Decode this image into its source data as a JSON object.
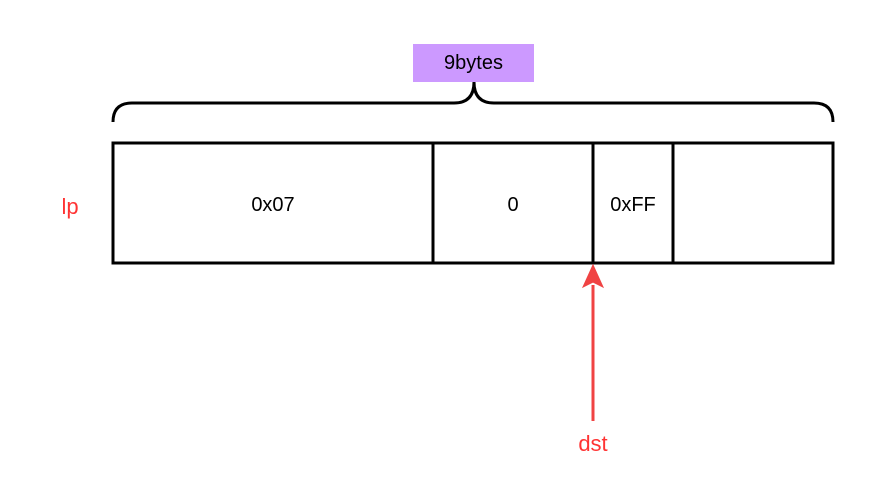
{
  "size_label": "9bytes",
  "row_label": "lp",
  "cells": [
    {
      "text": "0x07"
    },
    {
      "text": "0"
    },
    {
      "text": "0xFF"
    },
    {
      "text": ""
    }
  ],
  "pointer": {
    "label": "dst"
  },
  "colors": {
    "size_label_bg": "#cc99ff",
    "annotation": "#ff3333",
    "arrow": "#f04343",
    "border": "#000000"
  }
}
